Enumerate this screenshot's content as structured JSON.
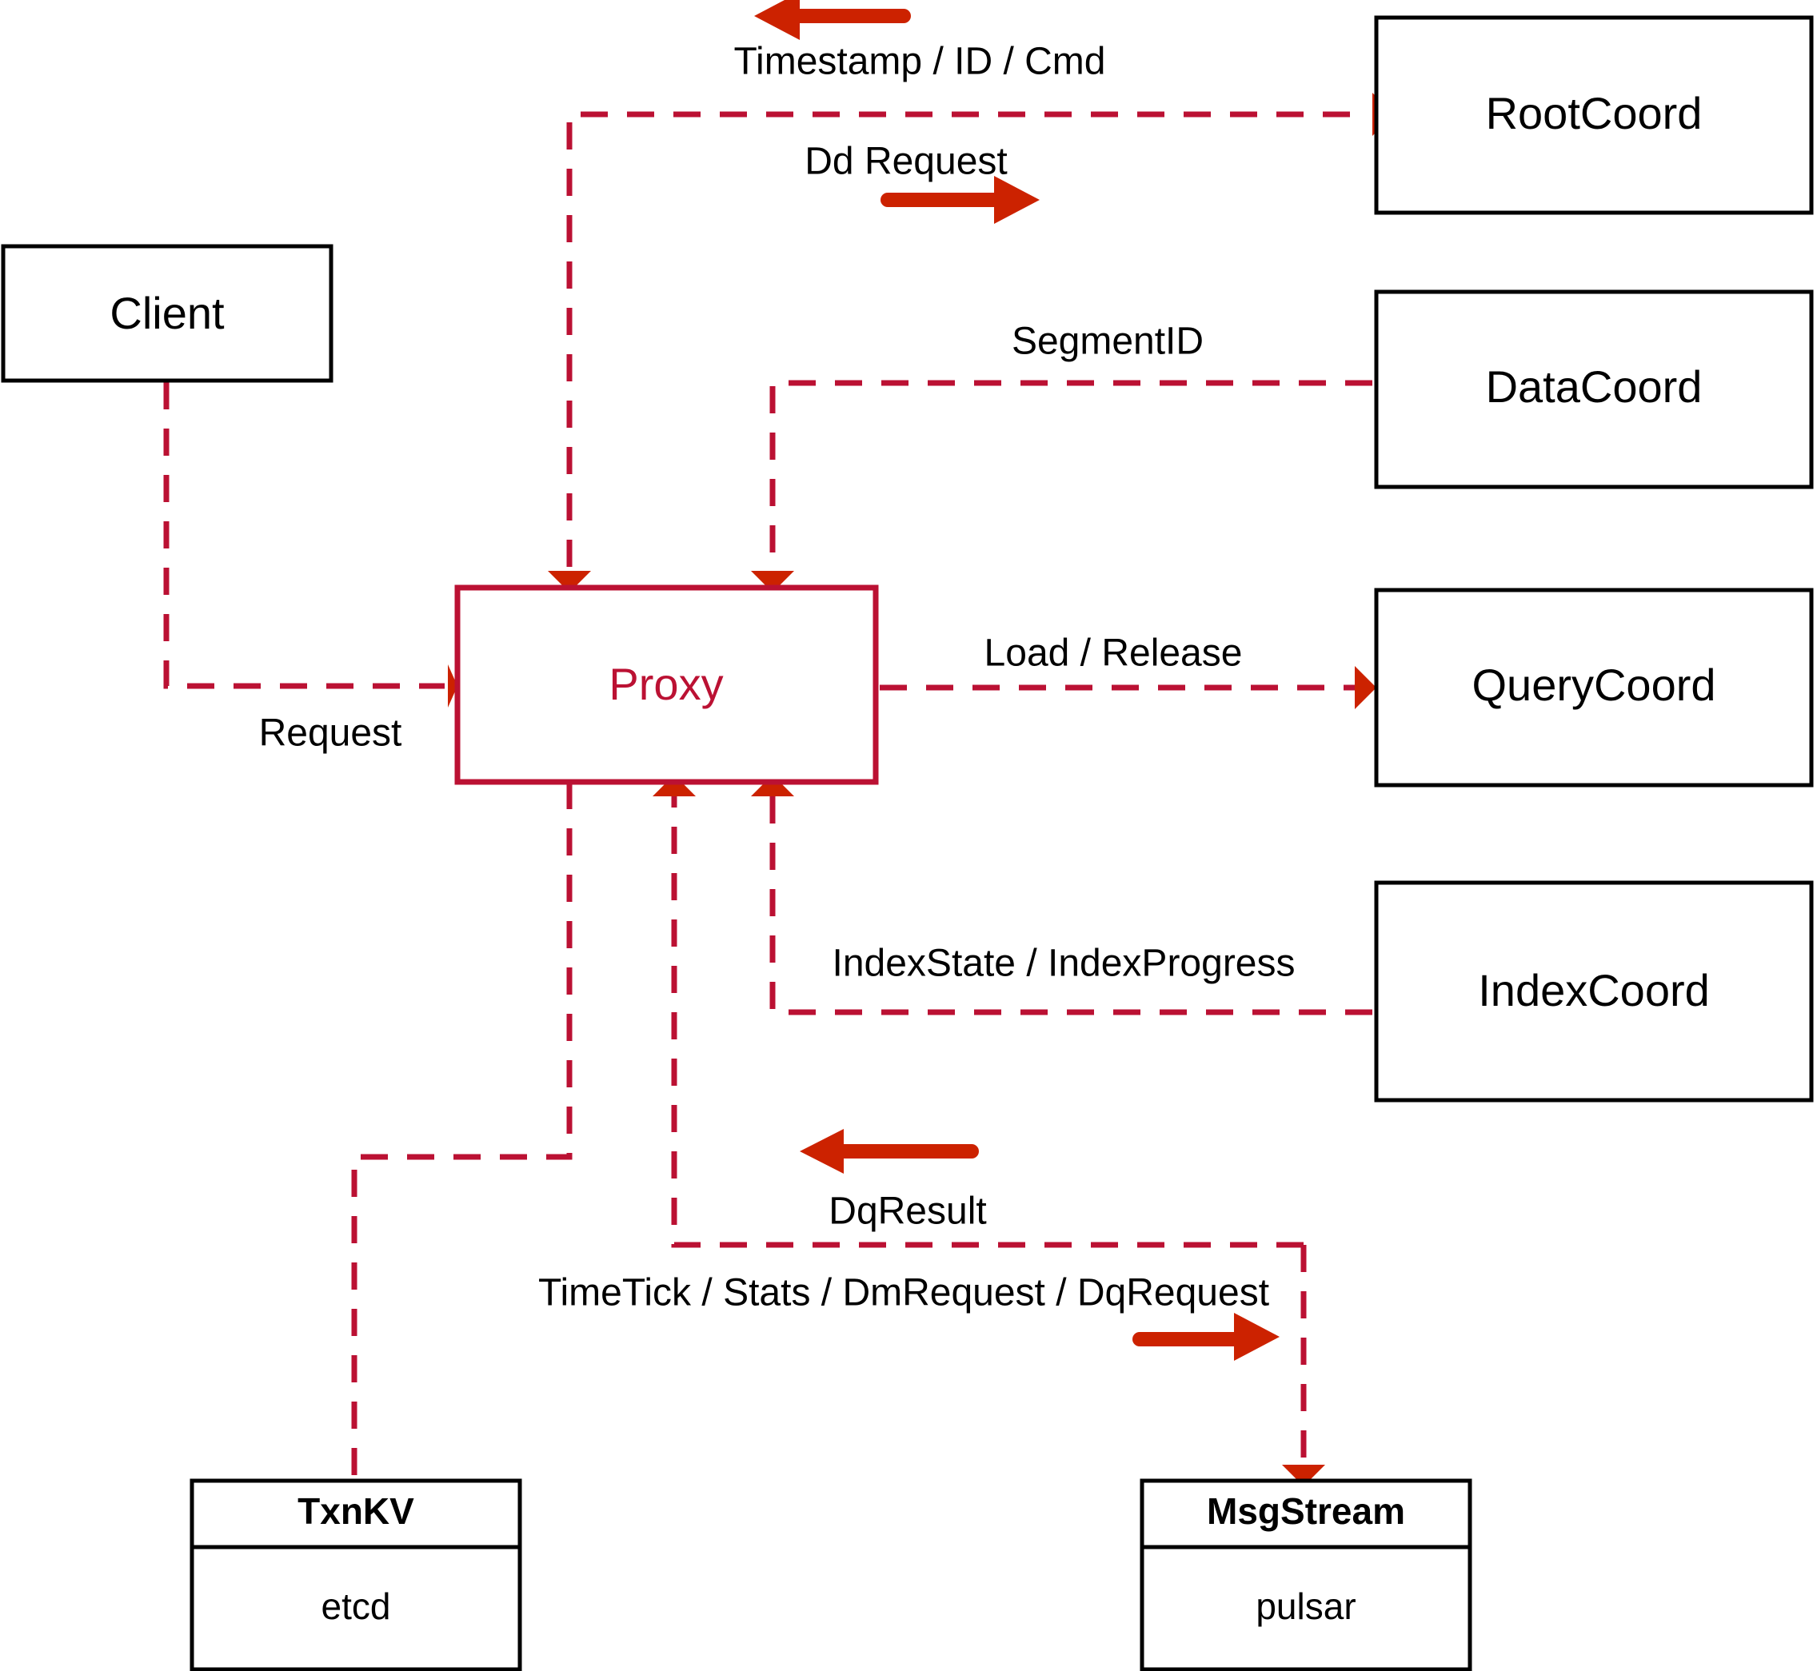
{
  "diagram": {
    "title": "Milvus Proxy component interaction diagram",
    "colors": {
      "node_stroke": "#000000",
      "proxy_stroke": "#bb1133",
      "flow_line": "#bb1133",
      "direction_arrow": "#cc2200",
      "background": "#ffffff"
    },
    "nodes": {
      "client": {
        "label": "Client"
      },
      "proxy": {
        "label": "Proxy"
      },
      "root_coord": {
        "label": "RootCoord"
      },
      "data_coord": {
        "label": "DataCoord"
      },
      "query_coord": {
        "label": "QueryCoord"
      },
      "index_coord": {
        "label": "IndexCoord"
      },
      "txn_kv": {
        "title": "TxnKV",
        "impl": "etcd"
      },
      "msg_stream": {
        "title": "MsgStream",
        "impl": "pulsar"
      }
    },
    "edges": [
      {
        "id": "client-to-proxy",
        "label": "Request",
        "from": "Client",
        "to": "Proxy",
        "direction": "right"
      },
      {
        "id": "proxy-rootcoord-response",
        "label": "Timestamp / ID / Cmd",
        "from": "RootCoord",
        "to": "Proxy",
        "direction": "left"
      },
      {
        "id": "proxy-to-rootcoord",
        "label": "Dd Request",
        "from": "Proxy",
        "to": "RootCoord",
        "direction": "right"
      },
      {
        "id": "datacoord-to-proxy",
        "label": "SegmentID",
        "from": "DataCoord",
        "to": "Proxy",
        "direction": "left"
      },
      {
        "id": "proxy-to-querycoord",
        "label": "Load / Release",
        "from": "Proxy",
        "to": "QueryCoord",
        "direction": "right"
      },
      {
        "id": "indexcoord-to-proxy",
        "label": "IndexState / IndexProgress",
        "from": "IndexCoord",
        "to": "Proxy",
        "direction": "left"
      },
      {
        "id": "msgstream-to-proxy",
        "label": "DqResult",
        "from": "MsgStream",
        "to": "Proxy",
        "direction": "left"
      },
      {
        "id": "proxy-to-msgstream",
        "label": "TimeTick / Stats / DmRequest / DqRequest",
        "from": "Proxy",
        "to": "MsgStream",
        "direction": "right"
      },
      {
        "id": "proxy-to-txnkv",
        "label": "",
        "from": "Proxy",
        "to": "TxnKV",
        "direction": "none"
      }
    ]
  }
}
